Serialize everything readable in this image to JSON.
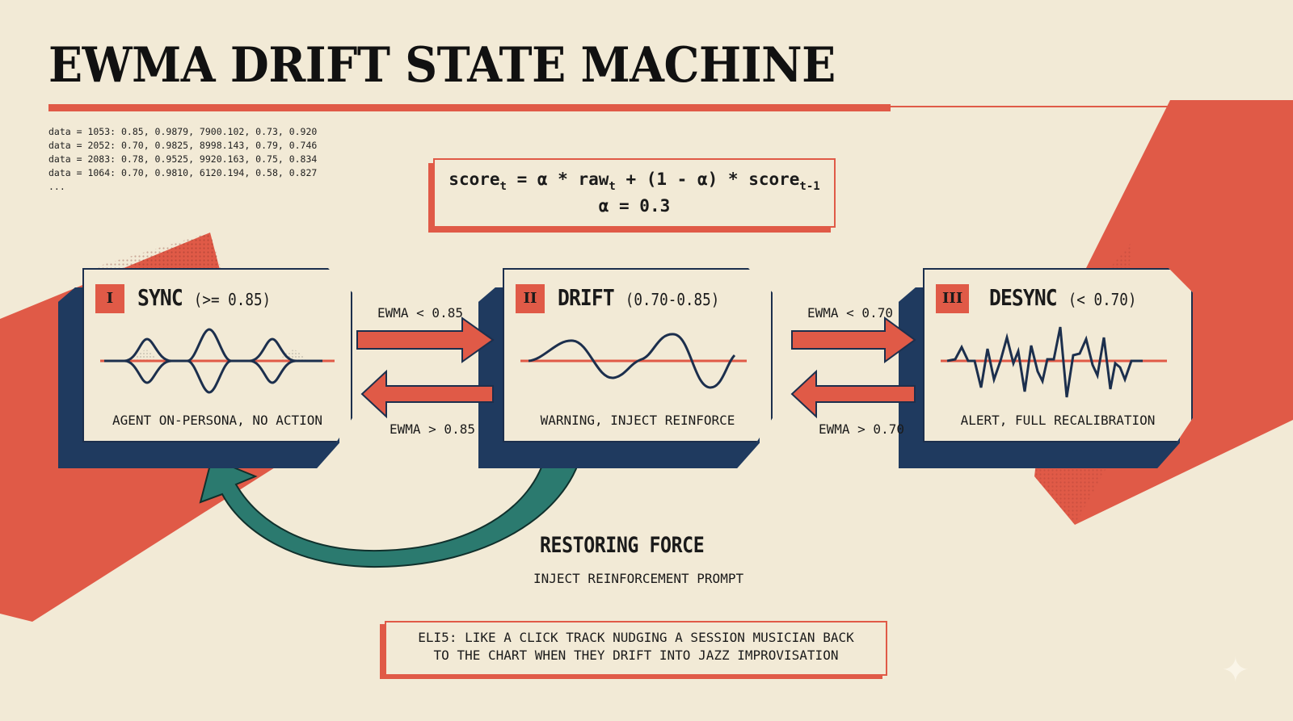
{
  "title": "EWMA DRIFT STATE MACHINE",
  "colors": {
    "background": "#f2ead6",
    "accent_red": "#e05a47",
    "navy": "#1f3a5f",
    "teal": "#2b7a6f",
    "ink": "#1a1a1a"
  },
  "data_lines": [
    "data = 1053: 0.85, 0.9879, 7900.102, 0.73, 0.920",
    "data = 2052: 0.70, 0.9825, 8998.143, 0.79, 0.746",
    "data = 2083: 0.78, 0.9525, 9920.163, 0.75, 0.834",
    "data = 1064: 0.70, 0.9810, 6120.194, 0.58, 0.827",
    "..."
  ],
  "formula": {
    "lhs": "score",
    "lhs_sub": "t",
    "eq": " = α * raw",
    "raw_sub": "t",
    "rest": " + (1 - α) * score",
    "rest_sub": "t-1",
    "alpha_line": "α = 0.3"
  },
  "states": [
    {
      "numeral": "I",
      "name": "SYNC",
      "range": "(>= 0.85)",
      "description": "AGENT ON-PERSONA, NO ACTION",
      "wave_icon": "stable-oscillation-icon"
    },
    {
      "numeral": "II",
      "name": "DRIFT",
      "range": "(0.70-0.85)",
      "description": "WARNING, INJECT REINFORCE",
      "wave_icon": "drifting-wave-icon"
    },
    {
      "numeral": "III",
      "name": "DESYNC",
      "range": "(< 0.70)",
      "description": "ALERT, FULL RECALIBRATION",
      "wave_icon": "chaotic-wave-icon"
    }
  ],
  "transitions": [
    {
      "from": "SYNC",
      "to": "DRIFT",
      "label": "EWMA < 0.85"
    },
    {
      "from": "DRIFT",
      "to": "SYNC",
      "label": "EWMA > 0.85"
    },
    {
      "from": "DRIFT",
      "to": "DESYNC",
      "label": "EWMA < 0.70"
    },
    {
      "from": "DESYNC",
      "to": "DRIFT",
      "label": "EWMA > 0.70"
    }
  ],
  "restoring_force": {
    "title": "RESTORING FORCE",
    "subtitle": "INJECT REINFORCEMENT PROMPT"
  },
  "eli5": {
    "line1": "ELI5: LIKE A CLICK TRACK NUDGING A SESSION MUSICIAN BACK",
    "line2": "TO THE CHART WHEN THEY DRIFT INTO JAZZ IMPROVISATION"
  },
  "watermark": "sparkle-icon"
}
